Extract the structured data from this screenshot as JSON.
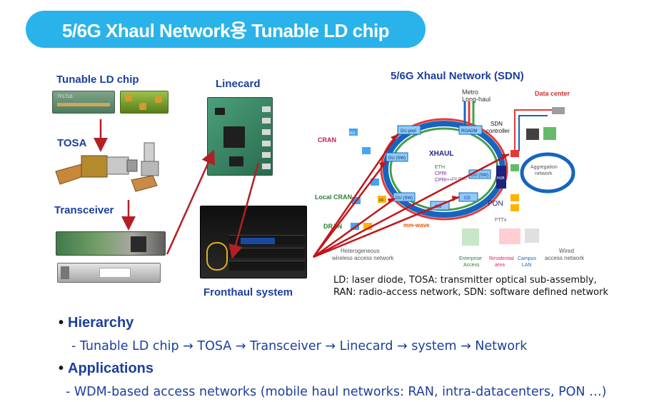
{
  "title": "5/6G Xhaul Network용 Tunable LD chip",
  "labels": {
    "tunable_ld_chip": "Tunable LD chip",
    "tosa": "TOSA",
    "transceiver": "Transceiver",
    "linecard": "Linecard",
    "fronthaul_system": "Fronthaul system",
    "network_title": "5/6G Xhaul Network (SDN)"
  },
  "chip_marking": "TFLTLD",
  "network": {
    "metro": "Metro",
    "long_haul": "Long-haul",
    "sdn_controller_1": "SDN",
    "sdn_controller_2": "controller",
    "data_center": "Data center",
    "cran": "CRAN",
    "local_cran": "Local CRAN",
    "dran": "DRAN",
    "xhaul": "XHAUL",
    "eth": "ETH",
    "cpri": "CPRI",
    "cpri_plus": "CPRI++",
    "pon": "PON",
    "fttx": "FTTx",
    "mm_wave": "mm-wave",
    "aggregation_1": "Aggregation",
    "aggregation_2": "network",
    "heterogeneous_1": "Heterogeneous",
    "heterogeneous_2": "wireless access network",
    "enterprise_1": "Enterprise",
    "enterprise_2": "Access",
    "residential_1": "Residential",
    "residential_2": "area",
    "campus_1": "Campus",
    "campus_2": "LAN",
    "wired_1": "Wired",
    "wired_2": "access network",
    "du_pool": "DU pool",
    "du_sw_1": "DU (SW)",
    "du_sw_2": "DU (SW)",
    "du_sw_3": "DU (SW)",
    "du_sw_4": "DU (SW)",
    "roadm": "ROADM",
    "sw": "SW",
    "cd": "CD",
    "hub": "HUB",
    "ru": "RU",
    "rf": "RF"
  },
  "caption": {
    "line1": "LD: laser diode, TOSA: transmitter optical sub-assembly,",
    "line2": "RAN: radio-access network, SDN: software defined network"
  },
  "bullets": [
    {
      "heading": "Hierarchy",
      "text": "- Tunable LD chip → TOSA → Transceiver → Linecard → system → Network"
    },
    {
      "heading": "Applications",
      "text": "- WDM-based access networks (mobile haul networks: RAN, intra-datacenters, PON …)"
    }
  ],
  "colors": {
    "title_bg": "#29b3ea",
    "label": "#1c3f9c",
    "arrow": "#b21f24"
  }
}
